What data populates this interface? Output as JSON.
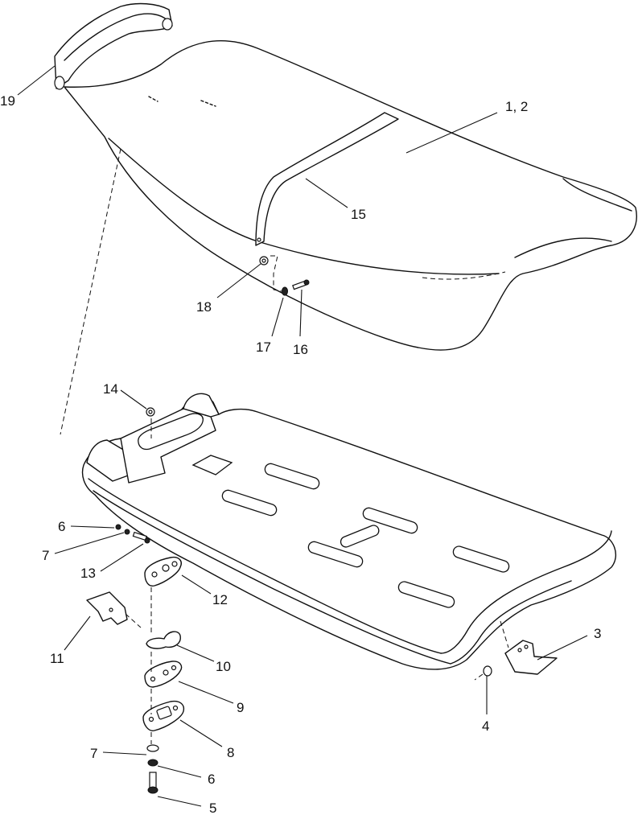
{
  "callouts": {
    "c1_2": "1, 2",
    "c3": "3",
    "c4": "4",
    "c5": "5",
    "c6a": "6",
    "c6b": "6",
    "c7a": "7",
    "c7b": "7",
    "c8": "8",
    "c9": "9",
    "c10": "10",
    "c11": "11",
    "c12": "12",
    "c13": "13",
    "c14": "14",
    "c15": "15",
    "c16": "16",
    "c17": "17",
    "c18": "18",
    "c19": "19"
  },
  "colors": {
    "line": "#111111",
    "background": "#ffffff"
  }
}
